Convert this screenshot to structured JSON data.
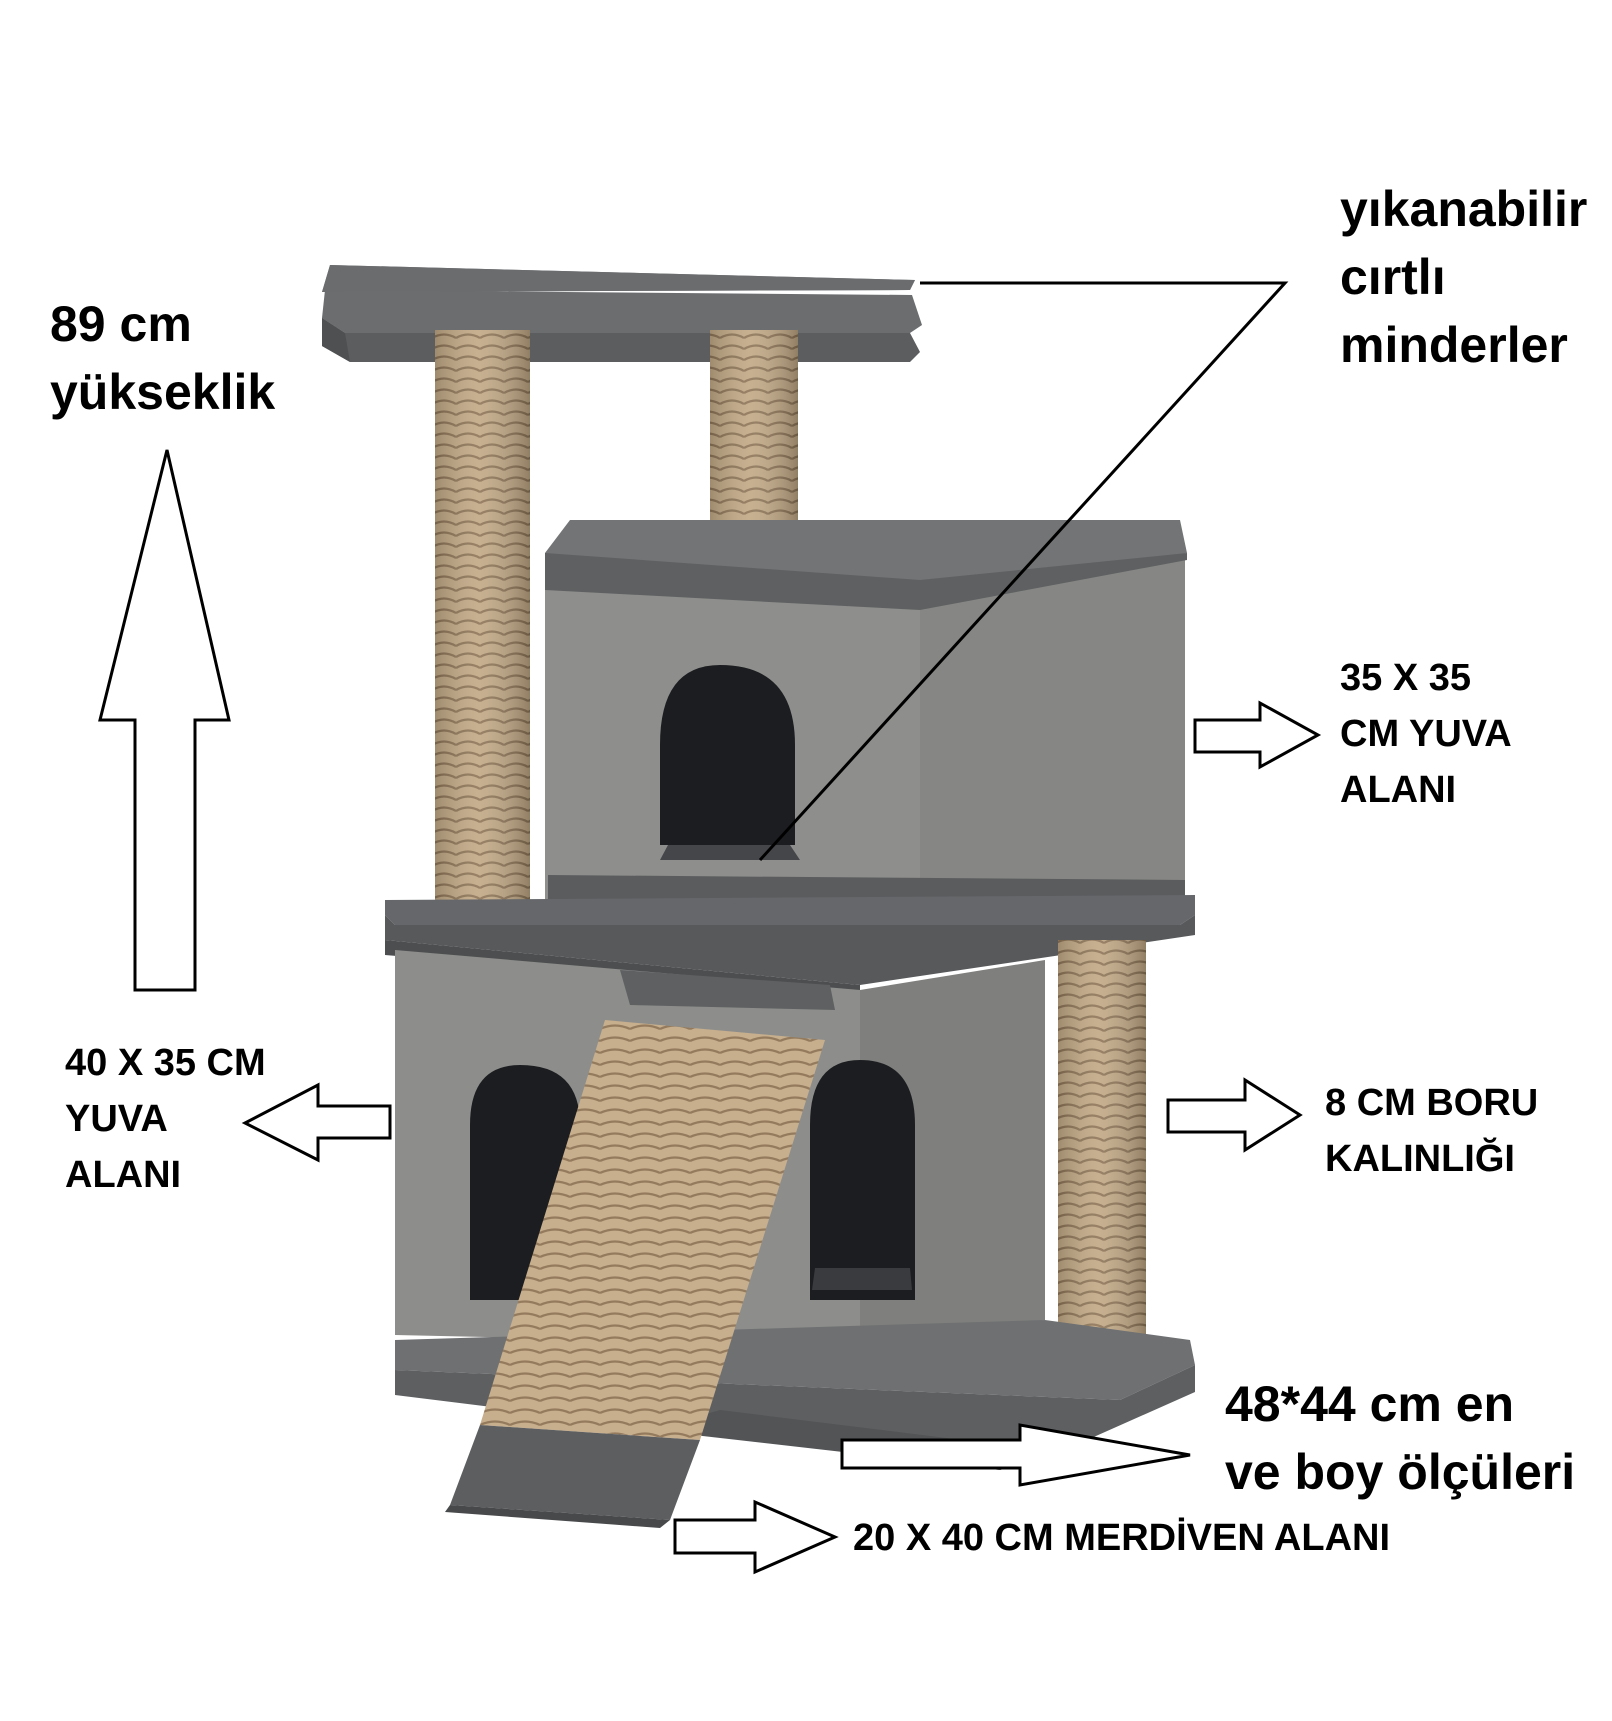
{
  "labels": {
    "height": [
      "89 cm",
      "yükseklik"
    ],
    "cushions": [
      "yıkanabilir",
      "cırtlı",
      "minderler"
    ],
    "upper_nest": [
      "35 X 35",
      "CM YUVA",
      "ALANI"
    ],
    "lower_nest": [
      "40 X 35 CM",
      "YUVA",
      "ALANI"
    ],
    "pipe": [
      "8 CM BORU",
      "KALINLIĞI"
    ],
    "base": [
      "48*44 cm en",
      "ve boy ölçüleri"
    ],
    "ramp": "20 X 40 CM MERDİVEN ALANI"
  },
  "colors": {
    "plush_dark": "#5f6163",
    "plush_mid": "#7b7d7d",
    "plush_light": "#9a9b98",
    "opening": "#1d1e21",
    "sisal": "#bfa585",
    "sisal_dark": "#8f7658",
    "text": "#000000"
  }
}
